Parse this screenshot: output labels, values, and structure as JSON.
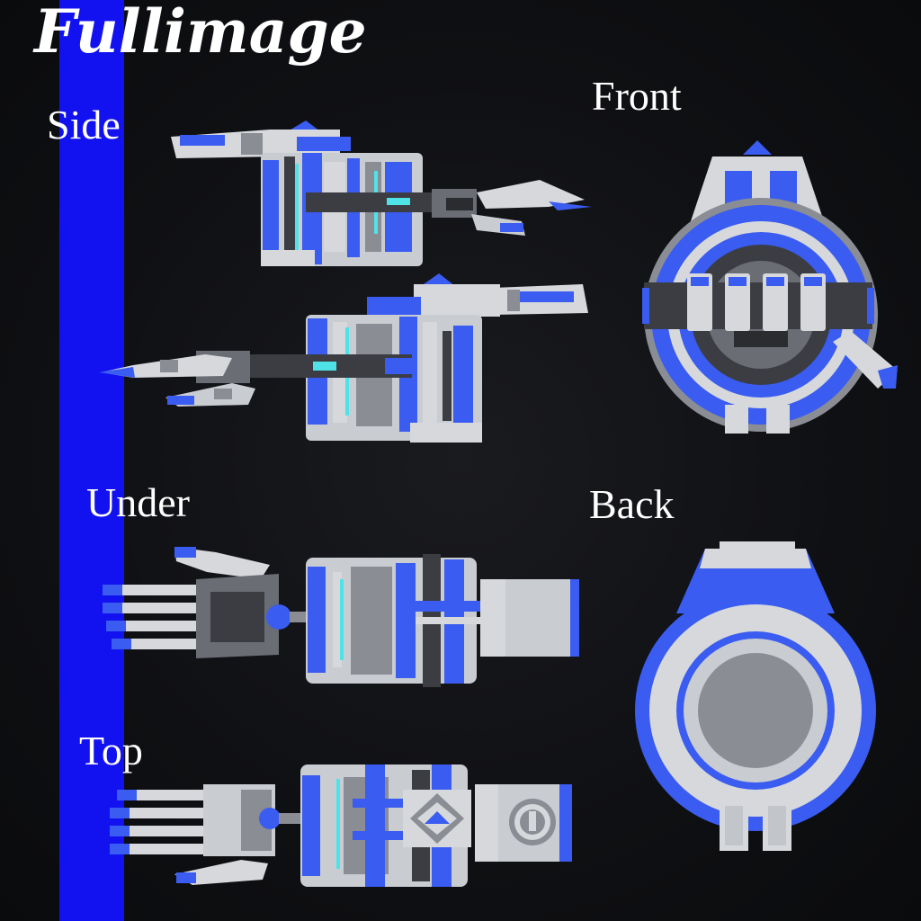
{
  "title": "Fullimage",
  "views": {
    "side": "Side",
    "front": "Front",
    "under": "Under",
    "back": "Back",
    "top": "Top"
  },
  "colors": {
    "background": "#0f1013",
    "stripe": "#1212f0",
    "accent_blue": "#3a5cf0",
    "light_gray": "#d6d8dc",
    "mid_gray": "#8a8d94",
    "dark_gray": "#3b3d42",
    "glow_cyan": "#4fe3e8"
  }
}
